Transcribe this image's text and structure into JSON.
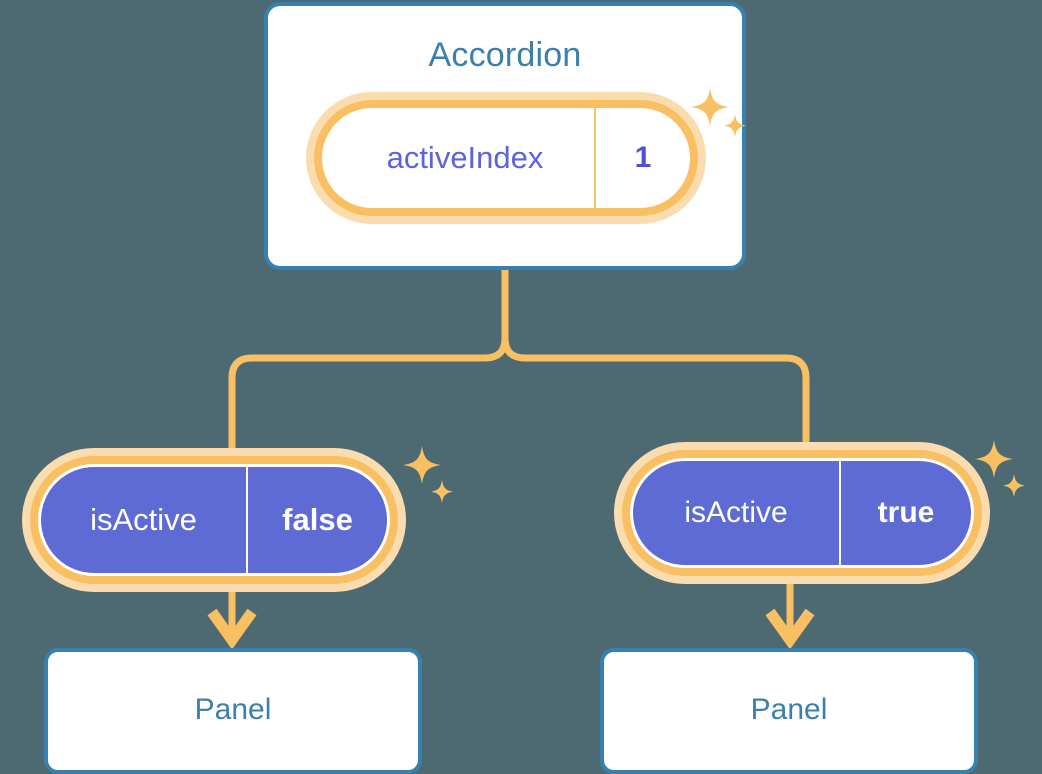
{
  "diagram": {
    "title_component": "Accordion",
    "background_color": "#4d6a73",
    "accent_blue": "#3781b0",
    "accent_orange": "#f9bf63",
    "accent_orange_glow": "#fbdcae",
    "accent_purple": "#5f6bd5"
  },
  "parent": {
    "name": "Accordion",
    "state": {
      "key": "activeIndex",
      "value": "1"
    }
  },
  "children": [
    {
      "id": "left",
      "prop": {
        "key": "isActive",
        "value": "false"
      },
      "panel_label": "Panel"
    },
    {
      "id": "right",
      "prop": {
        "key": "isActive",
        "value": "true"
      },
      "panel_label": "Panel"
    }
  ],
  "icons": {
    "sparkle_large": "sparkle-icon",
    "sparkle_small": "sparkle-small-icon",
    "arrow": "arrow-down-icon"
  }
}
